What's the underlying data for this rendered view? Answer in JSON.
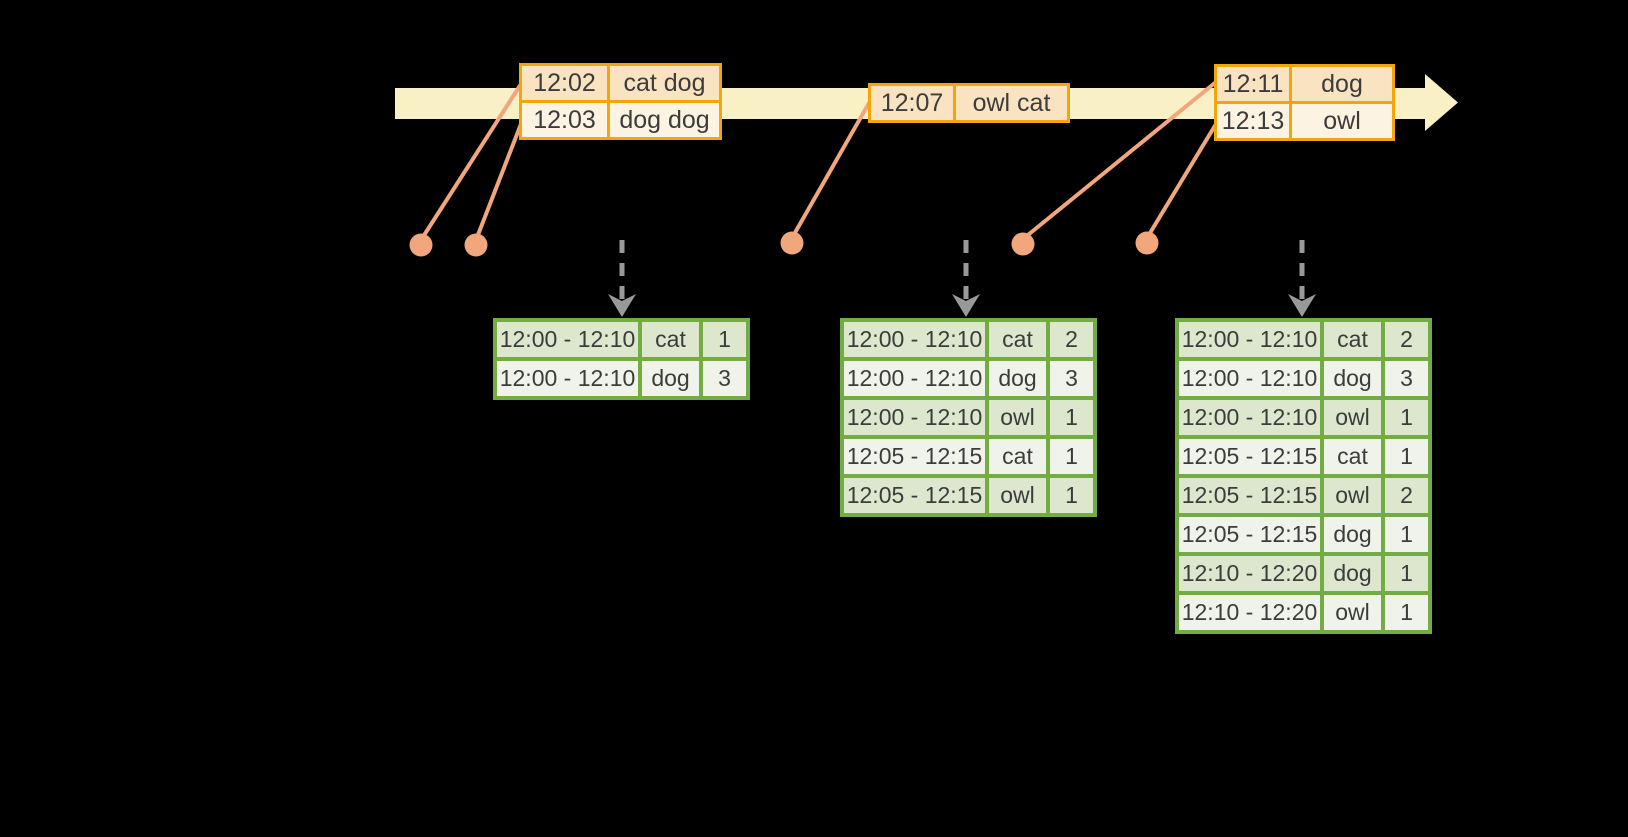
{
  "colors": {
    "background": "#000000",
    "timeline_band": "#FAF0C6",
    "event_table_border": "#F2A50C",
    "event_row_dark_bg": "#FAE3C1",
    "event_row_light_bg": "#FCF3E2",
    "connector_orange": "#F1A77B",
    "result_table_border": "#74AC44",
    "result_row_dark_bg": "#DCE7CE",
    "result_row_light_bg": "#EFF3EA",
    "trigger_arrow_gray": "#999999",
    "text": "#3C3C3C"
  },
  "timeline": {
    "event_tables": [
      {
        "rows": [
          {
            "time": "12:02",
            "words": "cat dog"
          },
          {
            "time": "12:03",
            "words": "dog dog"
          }
        ]
      },
      {
        "rows": [
          {
            "time": "12:07",
            "words": "owl cat"
          }
        ]
      },
      {
        "rows": [
          {
            "time": "12:11",
            "words": "dog"
          },
          {
            "time": "12:13",
            "words": "owl"
          }
        ]
      }
    ]
  },
  "result_tables": [
    {
      "rows": [
        {
          "window": "12:00 - 12:10",
          "word": "cat",
          "count": "1"
        },
        {
          "window": "12:00 - 12:10",
          "word": "dog",
          "count": "3"
        }
      ]
    },
    {
      "rows": [
        {
          "window": "12:00 - 12:10",
          "word": "cat",
          "count": "2"
        },
        {
          "window": "12:00 - 12:10",
          "word": "dog",
          "count": "3"
        },
        {
          "window": "12:00 - 12:10",
          "word": "owl",
          "count": "1"
        },
        {
          "window": "12:05 - 12:15",
          "word": "cat",
          "count": "1"
        },
        {
          "window": "12:05 - 12:15",
          "word": "owl",
          "count": "1"
        }
      ]
    },
    {
      "rows": [
        {
          "window": "12:00 - 12:10",
          "word": "cat",
          "count": "2"
        },
        {
          "window": "12:00 - 12:10",
          "word": "dog",
          "count": "3"
        },
        {
          "window": "12:00 - 12:10",
          "word": "owl",
          "count": "1"
        },
        {
          "window": "12:05 - 12:15",
          "word": "cat",
          "count": "1"
        },
        {
          "window": "12:05 - 12:15",
          "word": "owl",
          "count": "2"
        },
        {
          "window": "12:05 - 12:15",
          "word": "dog",
          "count": "1"
        },
        {
          "window": "12:10 - 12:20",
          "word": "dog",
          "count": "1"
        },
        {
          "window": "12:10 - 12:20",
          "word": "owl",
          "count": "1"
        }
      ]
    }
  ]
}
